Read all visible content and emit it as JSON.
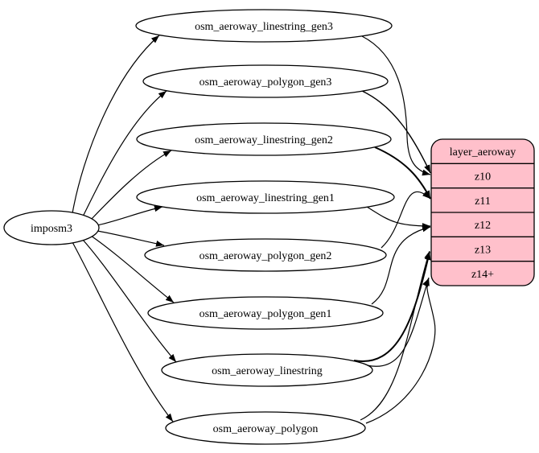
{
  "diagram": {
    "source": {
      "label": "imposm3"
    },
    "tables": [
      {
        "label": "osm_aeroway_linestring_gen3"
      },
      {
        "label": "osm_aeroway_polygon_gen3"
      },
      {
        "label": "osm_aeroway_linestring_gen2"
      },
      {
        "label": "osm_aeroway_linestring_gen1"
      },
      {
        "label": "osm_aeroway_polygon_gen2"
      },
      {
        "label": "osm_aeroway_polygon_gen1"
      },
      {
        "label": "osm_aeroway_linestring"
      },
      {
        "label": "osm_aeroway_polygon"
      }
    ],
    "layer": {
      "title": "layer_aeroway",
      "rows": [
        "z10",
        "z11",
        "z12",
        "z13",
        "z14+"
      ]
    },
    "colors": {
      "layer_fill": "#ffc0cb",
      "table_fill": "#ffffff",
      "edge": "#000000"
    }
  }
}
